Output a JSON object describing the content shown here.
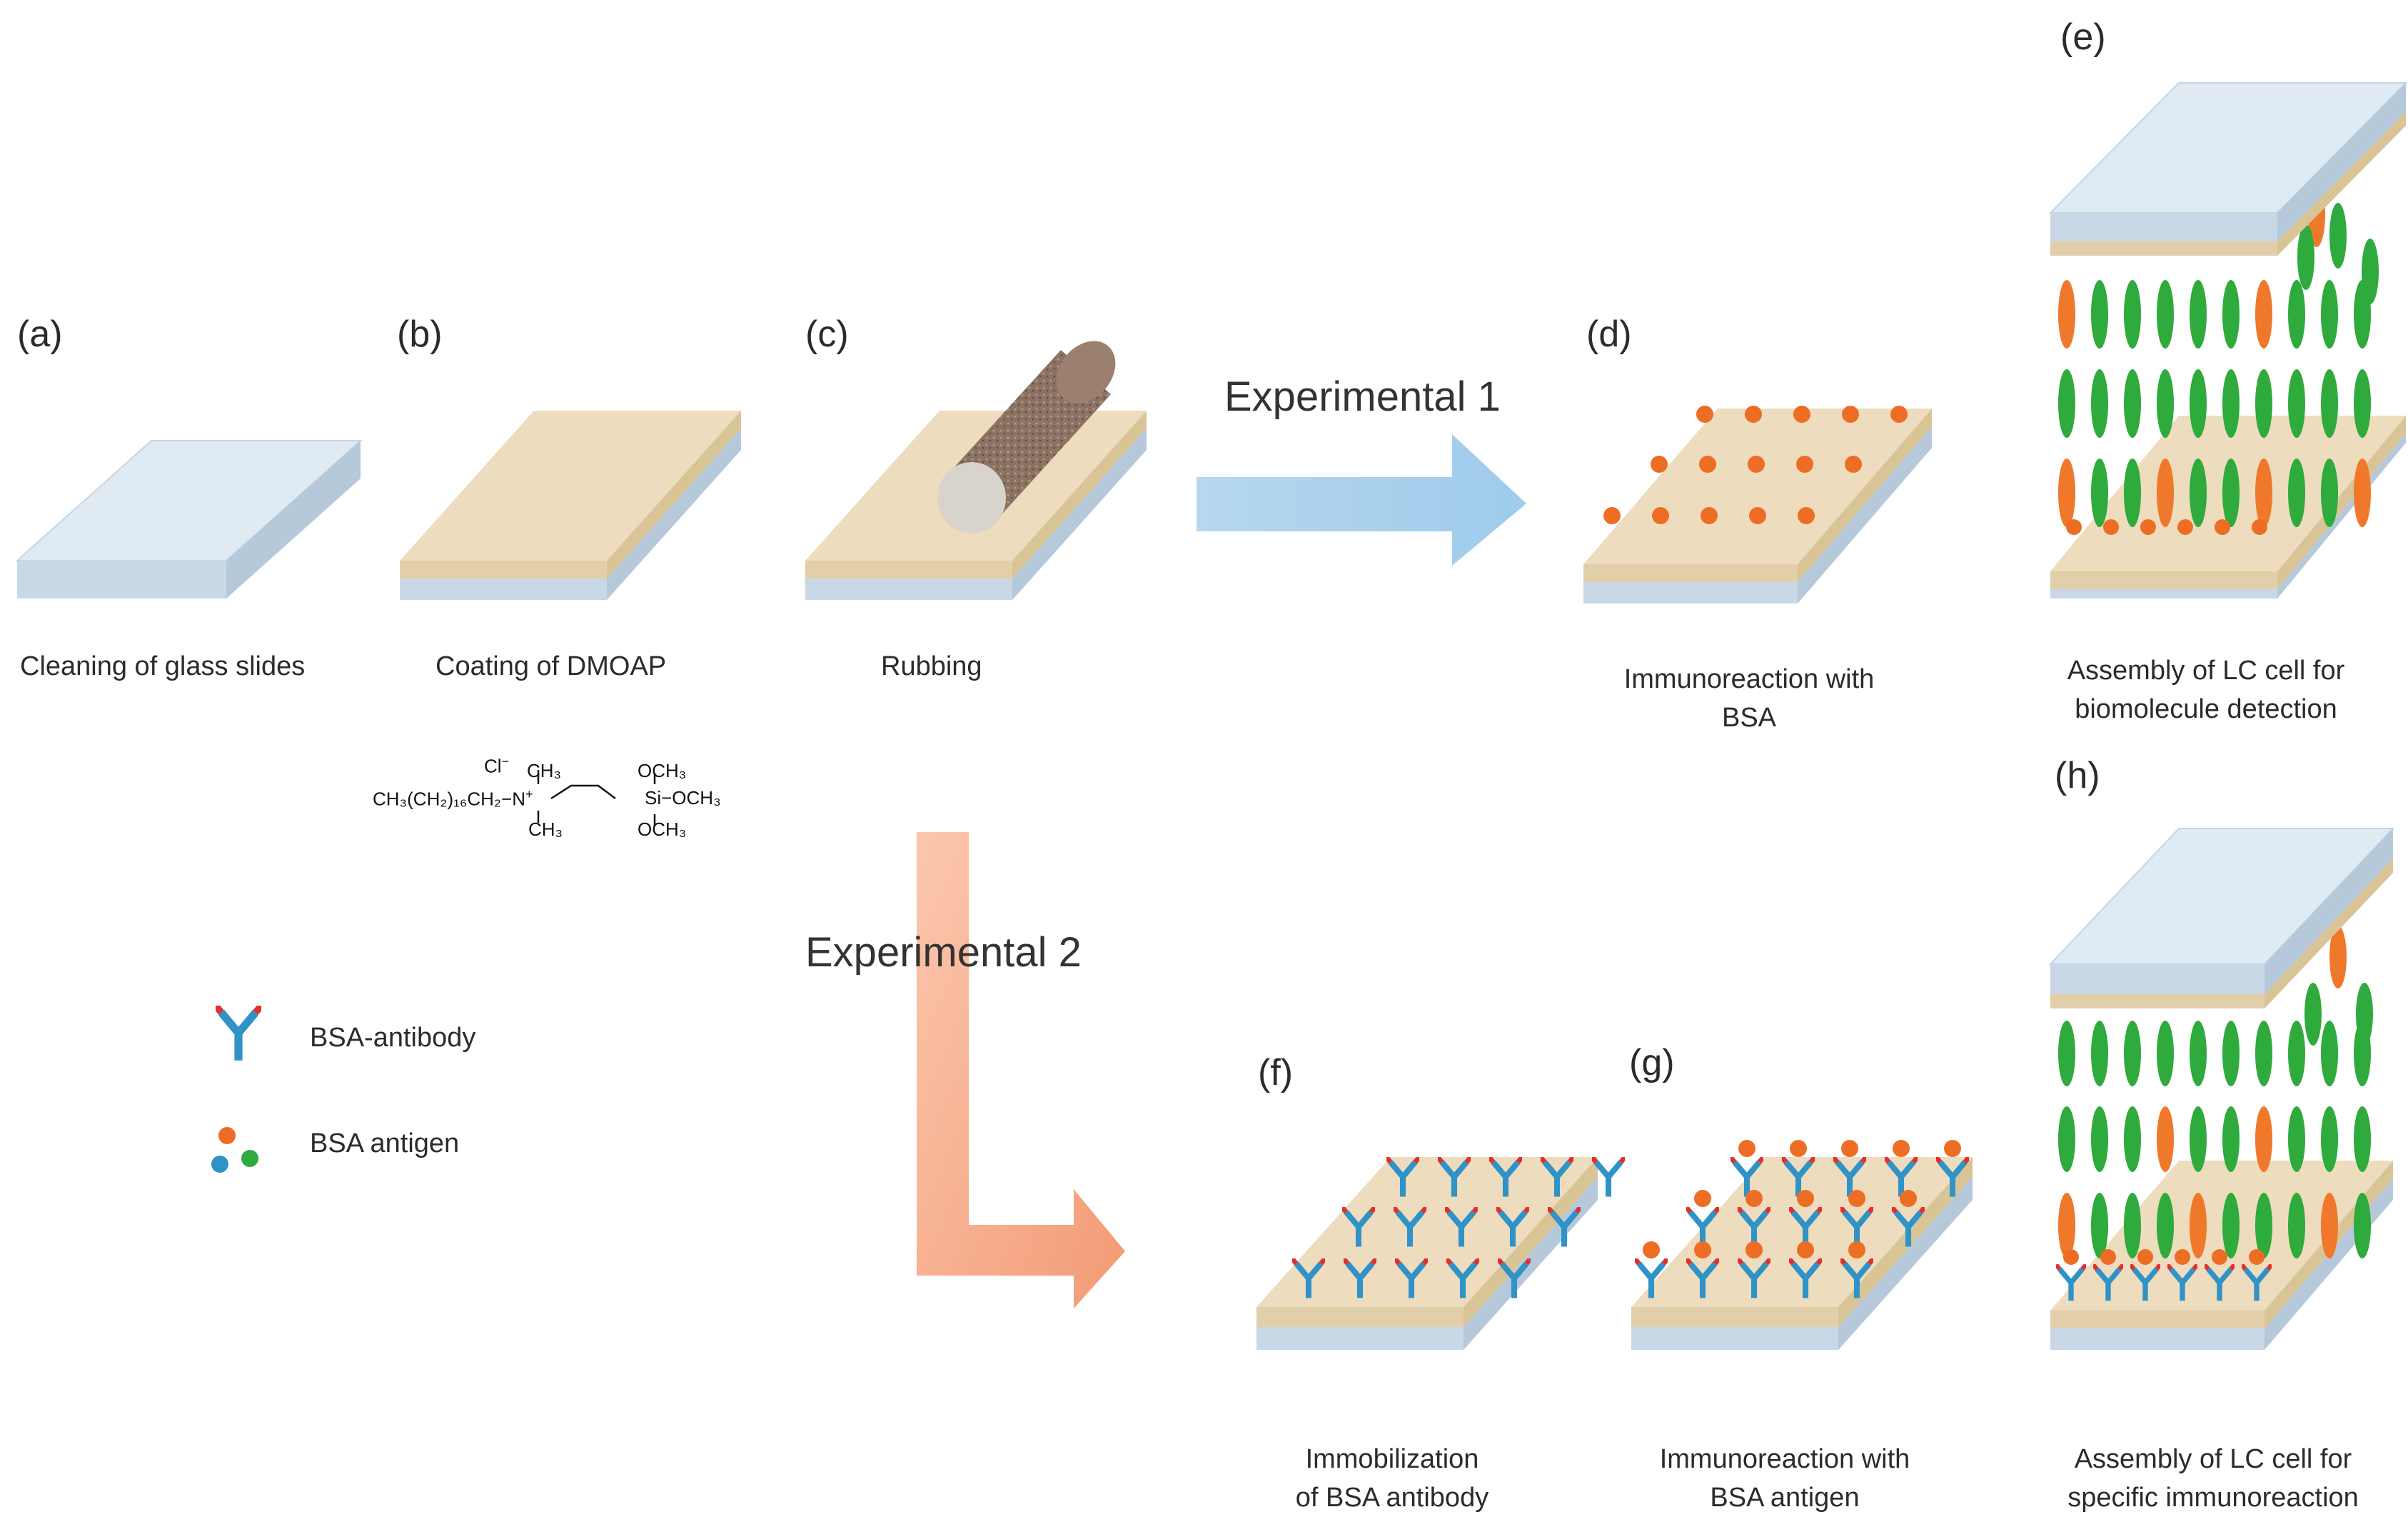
{
  "panels": {
    "a": {
      "letter": "(a)",
      "caption": "Cleaning of glass slides"
    },
    "b": {
      "letter": "(b)",
      "caption": "Coating of DMOAP"
    },
    "c": {
      "letter": "(c)",
      "caption": "Rubbing"
    },
    "d": {
      "letter": "(d)",
      "caption_line1": "Immunoreaction with",
      "caption_line2": "BSA"
    },
    "e": {
      "letter": "(e)",
      "caption_line1": "Assembly of LC cell for",
      "caption_line2": "biomolecule detection"
    },
    "f": {
      "letter": "(f)",
      "caption_line1": "Immobilization",
      "caption_line2": "of BSA antibody"
    },
    "g": {
      "letter": "(g)",
      "caption_line1": "Immunoreaction with",
      "caption_line2": "BSA antigen"
    },
    "h": {
      "letter": "(h)",
      "caption_line1": "Assembly of LC cell for",
      "caption_line2": "specific immunoreaction"
    }
  },
  "arrows": {
    "experimental1": "Experimental 1",
    "experimental2": "Experimental 2"
  },
  "legend": {
    "antibody_label": "BSA-antibody",
    "antigen_label": "BSA antigen"
  },
  "formula": {
    "chloride": "Cl",
    "chloride_charge": "−",
    "chain": "CH₃(CH₂)₁₆CH₂−N",
    "nitrogen_charge": "+",
    "methyl_top": "CH₃",
    "methyl_bottom": "CH₃",
    "silicon": "Si−OCH₃",
    "methoxy_top": "OCH₃",
    "methoxy_bottom": "OCH₃"
  },
  "colors": {
    "glass_top": "#dfeaf3",
    "glass_side": "#c8d8e6",
    "dmoap_top": "#eddcbd",
    "dmoap_side": "#e2cfaa",
    "antigen_orange": "#ee6d24",
    "lc_green": "#2faa3c",
    "lc_orange": "#f0782a",
    "antibody_blue": "#2f93c8",
    "antibody_red": "#e0312f",
    "arrow1_blue": "#a9d0ee",
    "arrow2_salmon": "#f7a987"
  }
}
